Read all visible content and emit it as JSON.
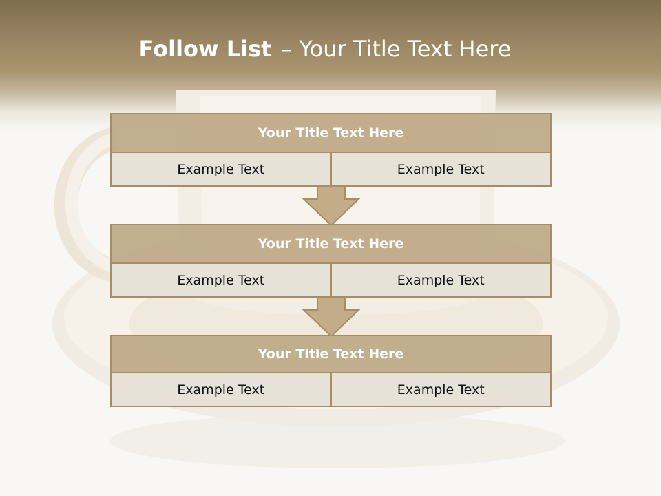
{
  "slide": {
    "title_bold": "Follow List",
    "title_dash": "–",
    "title_rest": "Your Title Text Here"
  },
  "blocks": [
    {
      "title": "Your Title Text Here",
      "left": "Example Text",
      "right": "Example Text"
    },
    {
      "title": "Your Title Text Here",
      "left": "Example Text",
      "right": "Example Text"
    },
    {
      "title": "Your Title Text Here",
      "left": "Example Text",
      "right": "Example Text"
    }
  ],
  "colors": {
    "header_dark": "#7f6c4d",
    "block_header": "#bda884",
    "block_border": "#a38e66",
    "cell_fill": "#e6e0d6",
    "arrow_fill": "#c3ad88"
  }
}
